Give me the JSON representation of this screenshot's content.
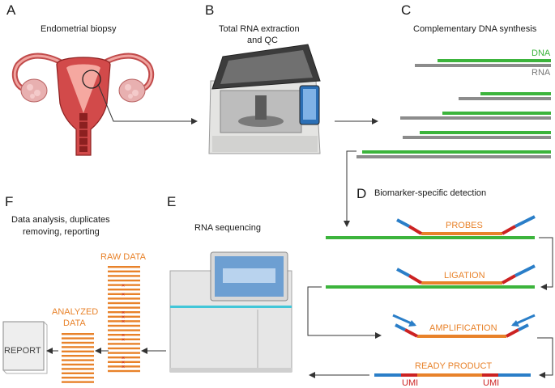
{
  "panels": {
    "a": {
      "letter": "A",
      "title": "Endometrial biopsy"
    },
    "b": {
      "letter": "B",
      "title_line1": "Total RNA extraction",
      "title_line2": "and QC"
    },
    "c": {
      "letter": "C",
      "title": "Complementary DNA synthesis",
      "dna_label": "DNA",
      "rna_label": "RNA"
    },
    "d": {
      "letter": "D",
      "title": "Biomarker-specific detection",
      "probes": "PROBES",
      "ligation": "LIGATION",
      "amplification": "AMPLIFICATION",
      "ready_product": "READY PRODUCT",
      "umi_left": "UMI",
      "umi_right": "UMI"
    },
    "e": {
      "letter": "E",
      "title": "RNA sequencing"
    },
    "f": {
      "letter": "F",
      "title_line1": "Data analysis, duplicates",
      "title_line2": "removing, reporting",
      "raw_data": "RAW DATA",
      "analyzed_line1": "ANALYZED",
      "analyzed_line2": "DATA",
      "report": "REPORT"
    }
  },
  "colors": {
    "dna": "#3cb43c",
    "rna": "#8c8c8c",
    "probe": "#e8822a",
    "umi": "#cc2222",
    "adapter": "#2a7ec8"
  }
}
